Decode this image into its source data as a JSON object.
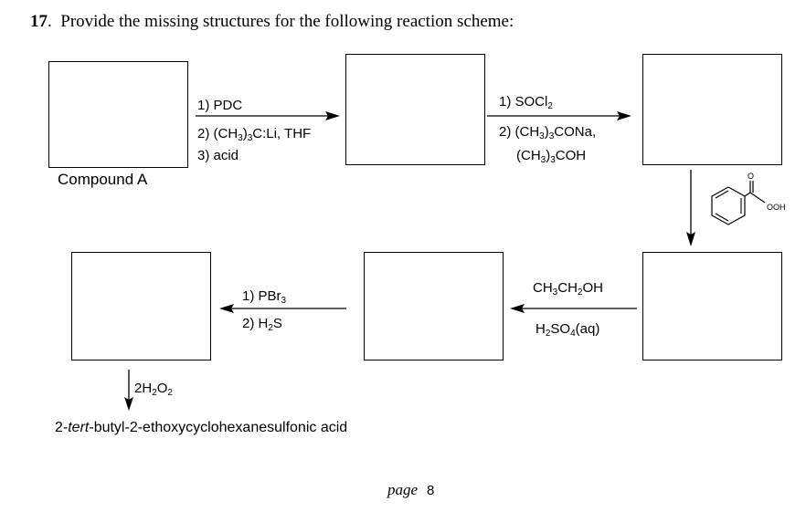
{
  "question": {
    "number": "17",
    "text": "Provide the missing structures for the following reaction scheme:"
  },
  "compound_a_label": "Compound A",
  "step1": {
    "reagent1": "1) PDC",
    "reagent2_prefix": "2) (CH",
    "reagent2_sub": "3",
    "reagent2_mid": ")",
    "reagent2_sub2": "3",
    "reagent2_suffix": "C:Li, THF",
    "reagent3": "3) acid"
  },
  "step2": {
    "reagent1_prefix": "1) SOCl",
    "reagent1_sub": "2",
    "reagent2_prefix": "2) (CH",
    "reagent2_sub": "3",
    "reagent2_mid": ")",
    "reagent2_sub2": "3",
    "reagent2_suffix": "CONa,",
    "reagent3_prefix": "(CH",
    "reagent3_sub": "3",
    "reagent3_mid": ")",
    "reagent3_sub2": "3",
    "reagent3_suffix": "COH"
  },
  "step3": {
    "reagent_oxygen_label": "O",
    "reagent_peroxy_label": "OOH"
  },
  "step4": {
    "top_prefix": "CH",
    "top_sub": "3",
    "top_mid": "CH",
    "top_sub2": "2",
    "top_suffix": "OH",
    "bottom_prefix": "H",
    "bottom_sub": "2",
    "bottom_mid": "SO",
    "bottom_sub2": "4",
    "bottom_suffix": "(aq)"
  },
  "step5": {
    "reagent1_prefix": "1) PBr",
    "reagent1_sub": "3",
    "reagent2_prefix": "2) H",
    "reagent2_sub": "2",
    "reagent2_suffix": "S"
  },
  "step6": {
    "prefix": "2H",
    "sub": "2",
    "mid": "O",
    "sub2": "2"
  },
  "product": {
    "prefix": "2-",
    "italic": "tert",
    "suffix": "-butyl-2-ethoxycyclohexanesulfonic acid"
  },
  "footer": {
    "page_word": "page",
    "page_number": "8"
  }
}
